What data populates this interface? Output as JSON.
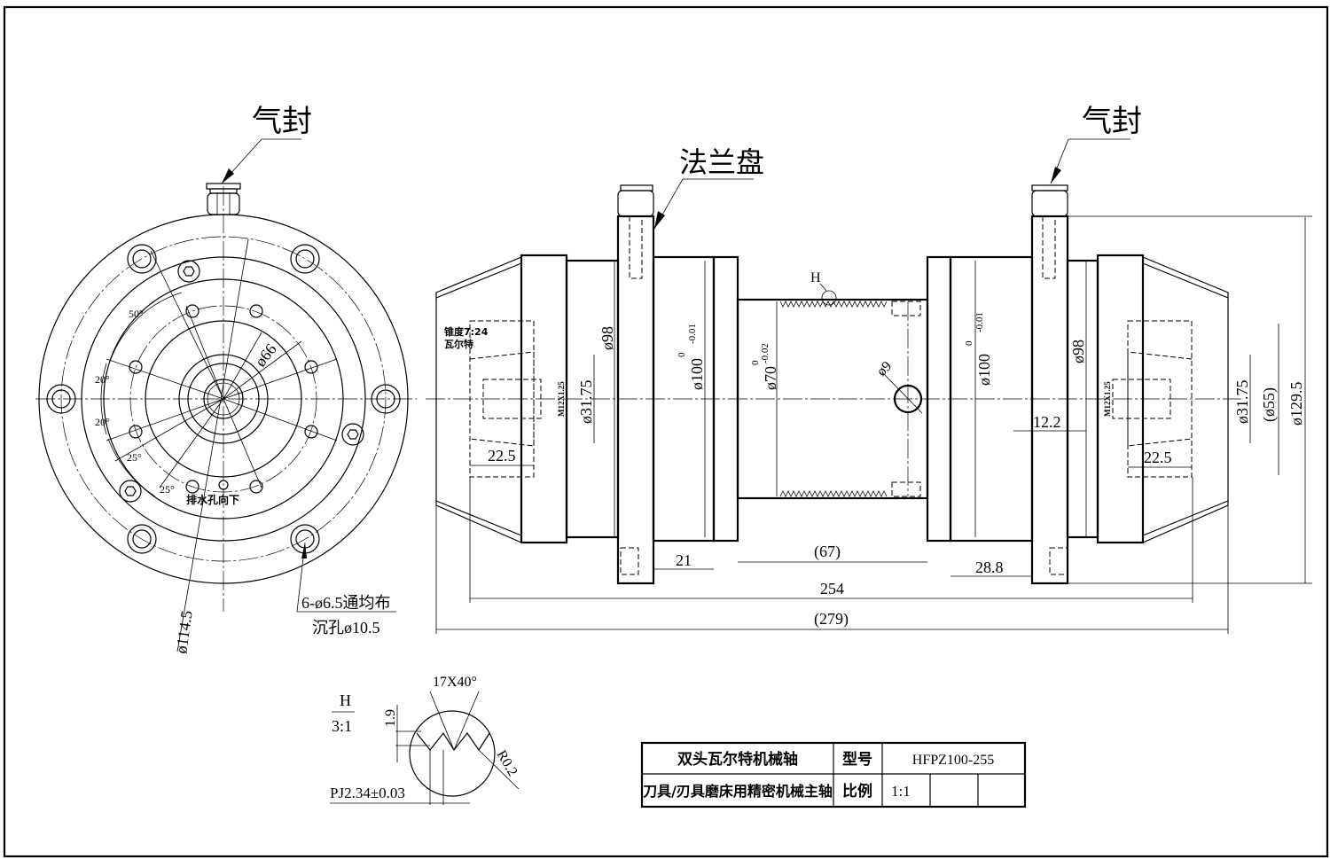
{
  "drawing": {
    "type": "engineering-drawing",
    "labels": {
      "air_seal_left": "气封",
      "air_seal_right": "气封",
      "flange": "法兰盘",
      "taper": "锥度7:24",
      "taper_sub": "瓦尔特",
      "drain_hole": "排水孔向下",
      "holes_note_1": "6-ø6.5通均布",
      "holes_note_2": "沉孔ø10.5",
      "detail_marker": "H"
    },
    "front_view_dims": {
      "angle_50": "50°",
      "angle_20a": "20°",
      "angle_20b": "20°",
      "angle_25a": "25°",
      "angle_25b": "25°",
      "dia_66": "ø66",
      "dia_114_5": "ø114.5"
    },
    "side_view_dims": {
      "dia_98_left": "ø98",
      "dia_98_right": "ø98",
      "dia_100_left": "ø100",
      "dia_100_right": "ø100",
      "tol_100_upper": "0",
      "tol_100_lower": "-0.01",
      "dia_70": "ø70",
      "tol_70_upper": "0",
      "tol_70_lower": "-0.02",
      "dia_9": "ø9",
      "dia_31_75_left": "ø31.75",
      "dia_31_75_right": "ø31.75",
      "dia_55": "(ø55)",
      "dia_129_5": "ø129.5",
      "thread_left": "M12X1.25",
      "thread_right": "M12X1.25",
      "len_22_5_left": "22.5",
      "len_22_5_right": "22.5",
      "len_12_2": "12.2",
      "len_21": "21",
      "len_67": "(67)",
      "len_28_8": "28.8",
      "len_254": "254",
      "len_279": "(279)"
    },
    "detail_h": {
      "title": "H",
      "scale": "3:1",
      "spline": "17X40°",
      "depth": "1.9",
      "radius": "R0.2",
      "pitch": "PJ2.34±0.03"
    },
    "title_block": {
      "name": "双头瓦尔特机械轴",
      "model_label": "型号",
      "model_value": "HFPZ100-255",
      "description": "刀具/刃具磨床用精密机械主轴",
      "scale_label": "比例",
      "scale_value": "1:1",
      "empty_1": "",
      "empty_2": ""
    }
  }
}
